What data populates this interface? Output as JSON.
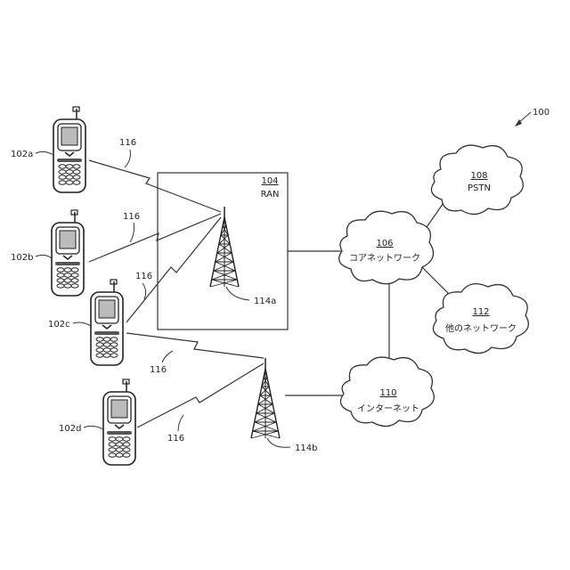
{
  "figure_ref": "100",
  "ran": {
    "ref": "104",
    "name": "RAN"
  },
  "core": {
    "ref": "106",
    "name": "コアネットワーク"
  },
  "pstn": {
    "ref": "108",
    "name": "PSTN"
  },
  "internet": {
    "ref": "110",
    "name": "インターネット"
  },
  "other": {
    "ref": "112",
    "name": "他のネットワーク"
  },
  "towers": {
    "a": "114a",
    "b": "114b"
  },
  "phones": {
    "a": "102a",
    "b": "102b",
    "c": "102c",
    "d": "102d"
  },
  "air_interface": {
    "l1": "116",
    "l2": "116",
    "l3": "116",
    "l4": "116",
    "l5": "116"
  }
}
